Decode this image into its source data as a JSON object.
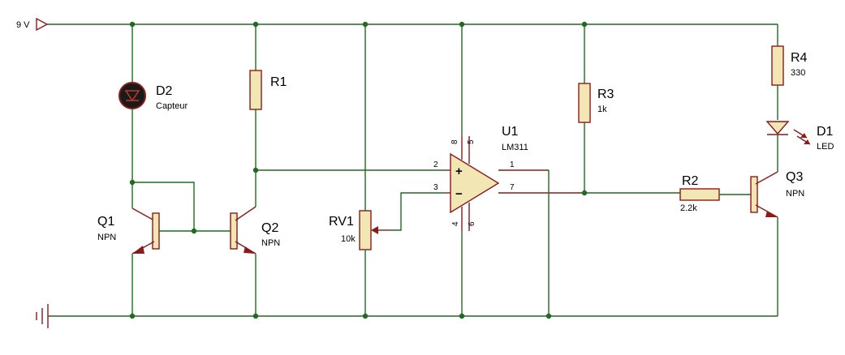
{
  "supply": {
    "label": "9 V"
  },
  "components": {
    "D2": {
      "ref": "D2",
      "value": "Capteur"
    },
    "R1": {
      "ref": "R1",
      "value": ""
    },
    "Q1": {
      "ref": "Q1",
      "value": "NPN"
    },
    "Q2": {
      "ref": "Q2",
      "value": "NPN"
    },
    "RV1": {
      "ref": "RV1",
      "value": "10k"
    },
    "U1": {
      "ref": "U1",
      "value": "LM311",
      "pins": {
        "p2": "2",
        "p3": "3",
        "p4": "4",
        "p5": "5",
        "p6": "6",
        "p7": "7",
        "p8": "8",
        "p1": "1"
      },
      "plus": "+",
      "minus": "−"
    },
    "R3": {
      "ref": "R3",
      "value": "1k"
    },
    "R4": {
      "ref": "R4",
      "value": "330"
    },
    "D1": {
      "ref": "D1",
      "value": "LED"
    },
    "R2": {
      "ref": "R2",
      "value": "2.2k"
    },
    "Q3": {
      "ref": "Q3",
      "value": "NPN"
    }
  },
  "colors": {
    "wire": "#1f6b1f",
    "component": "#8b1a1a",
    "fill": "#f2e6b5"
  }
}
